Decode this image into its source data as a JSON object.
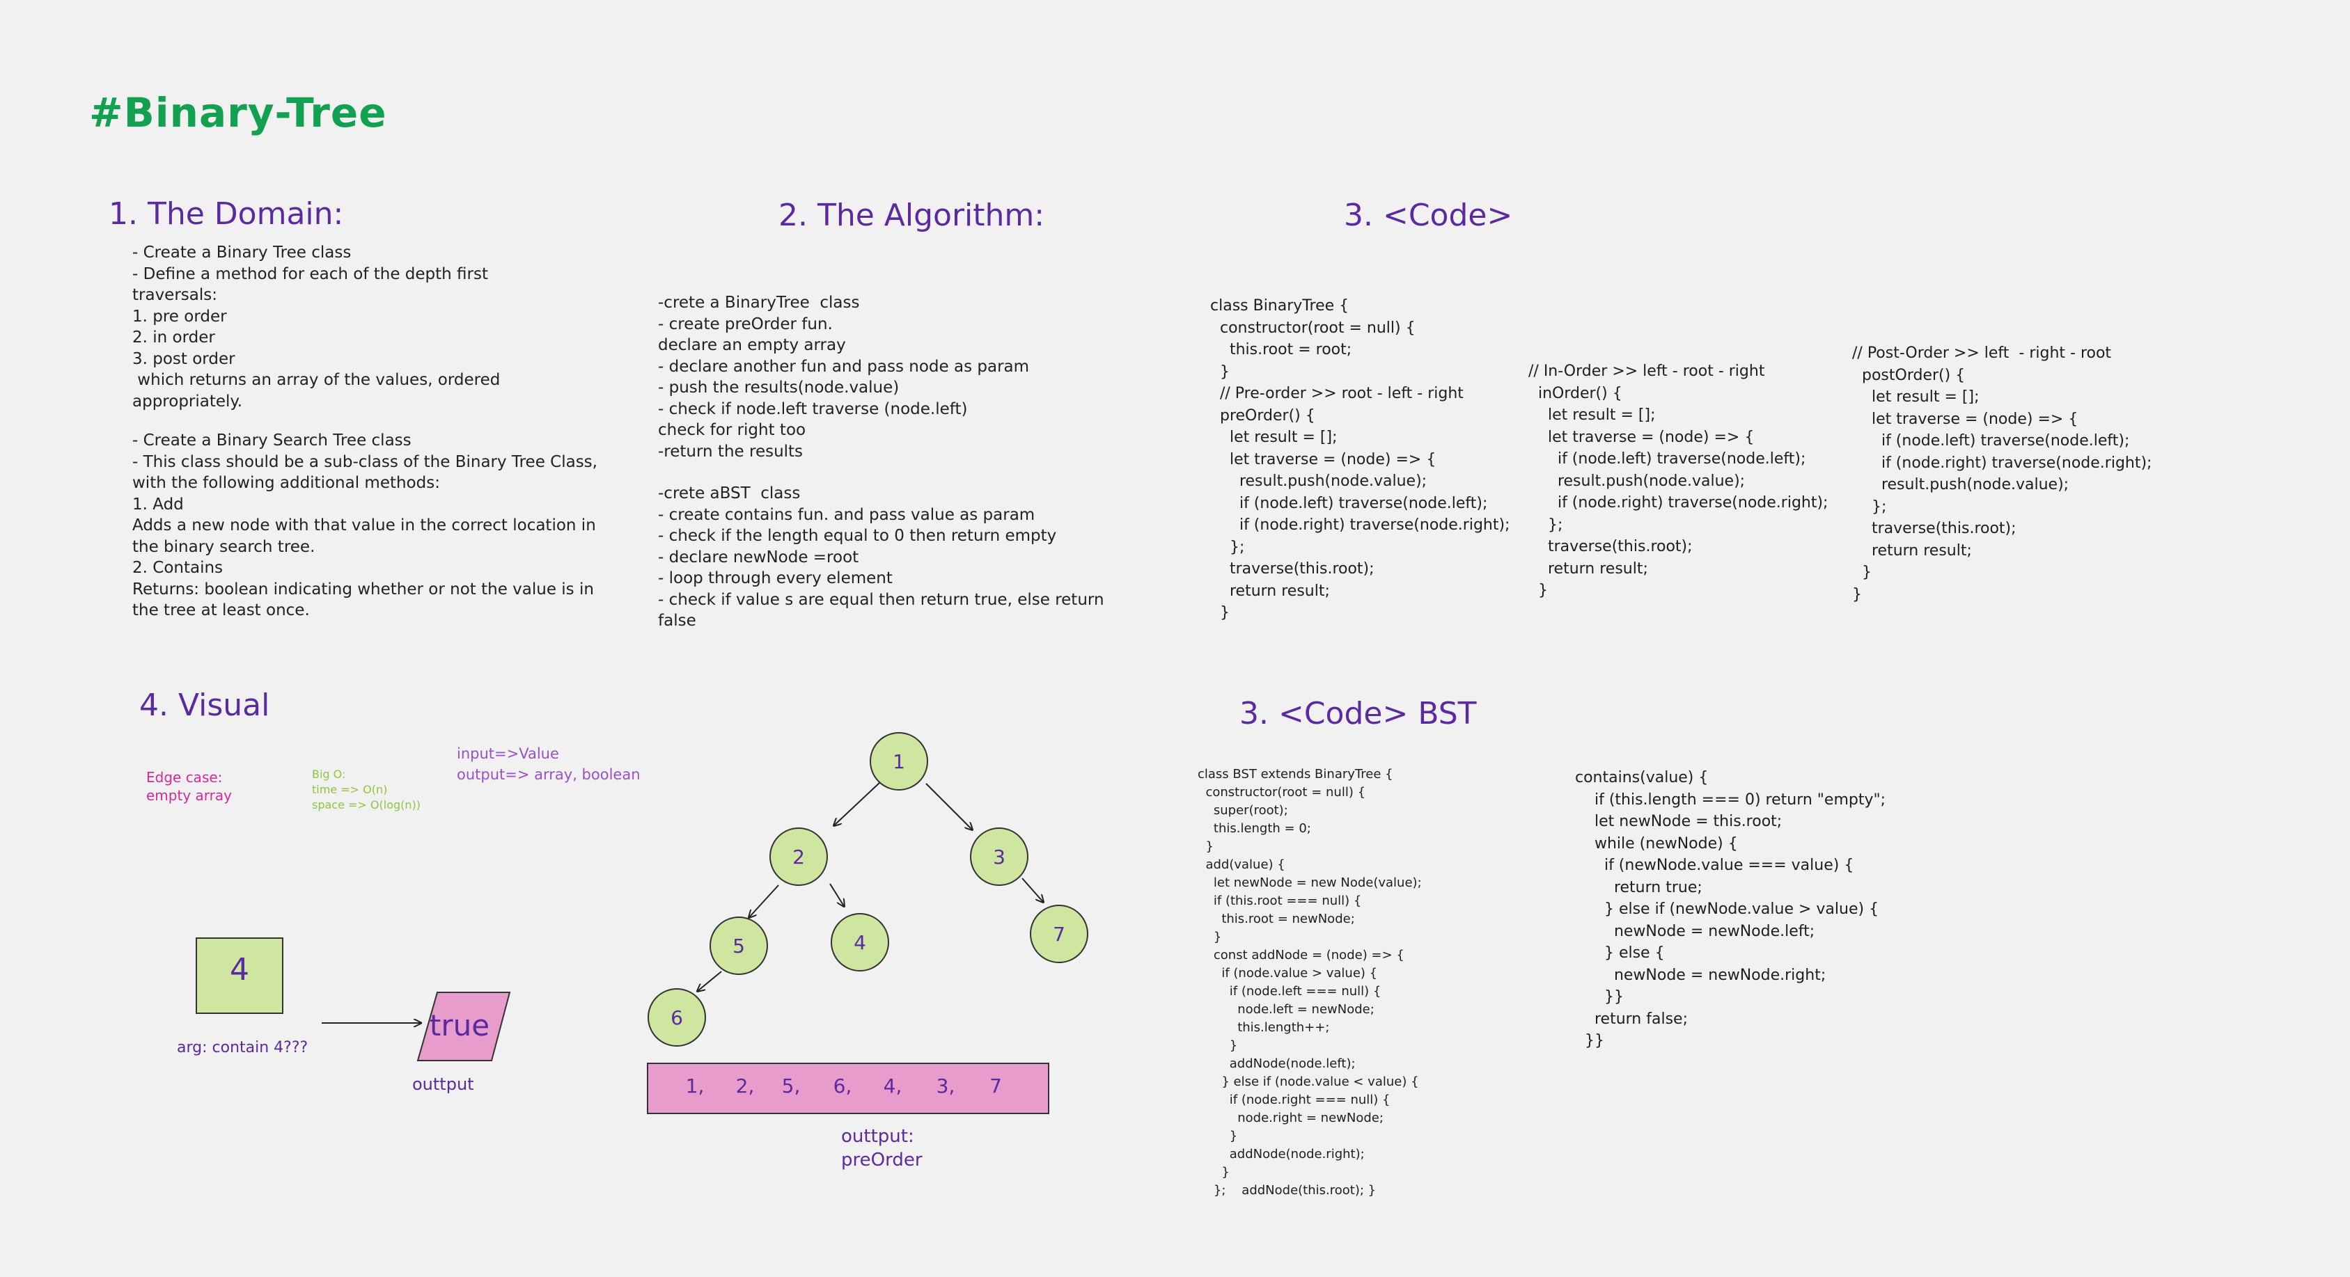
{
  "page_title": "#Binary-Tree",
  "domain": {
    "heading": "1. The Domain:",
    "lines_a": [
      "- Create a Binary Tree class",
      "- Define a method for each of the depth first",
      "traversals:",
      "1. pre order",
      "2. in order",
      "3. post order",
      " which returns an array of the values, ordered",
      "appropriately."
    ],
    "lines_b": [
      "- Create a Binary Search Tree class",
      "- This class should be a sub-class of the Binary Tree Class,",
      "with the following additional methods:",
      "1. Add",
      "Adds a new node with that value in the correct location in",
      "the binary search tree.",
      "2. Contains",
      "Returns: boolean indicating whether or not the value is in",
      "the tree at least once."
    ]
  },
  "algorithm": {
    "heading": "2. The Algorithm:",
    "lines_a": [
      "-crete a BinaryTree  class",
      "- create preOrder fun.",
      "declare an empty array",
      "- declare another fun and pass node as param",
      "- push the results(node.value)",
      "- check if node.left traverse (node.left)",
      "check for right too",
      "-return the results"
    ],
    "lines_b": [
      "-crete aBST  class",
      "- create contains fun. and pass value as param",
      "- check if the length equal to 0 then return empty",
      "- declare newNode =root",
      "- loop through every element",
      "- check if value s are equal then return true, else return",
      "false"
    ]
  },
  "code": {
    "heading": "3. <Code>",
    "preorder": [
      "class BinaryTree {",
      "  constructor(root = null) {",
      "    this.root = root;",
      "  }",
      "  // Pre-order >> root - left - right",
      "  preOrder() {",
      "    let result = [];",
      "",
      "    let traverse = (node) => {",
      "      result.push(node.value);",
      "      if (node.left) traverse(node.left);",
      "      if (node.right) traverse(node.right);",
      "    };",
      "    traverse(this.root);",
      "    return result;",
      "  }"
    ],
    "inorder": [
      "// In-Order >> left - root - right",
      "  inOrder() {",
      "    let result = [];",
      "    let traverse = (node) => {",
      "      if (node.left) traverse(node.left);",
      "      result.push(node.value);",
      "      if (node.right) traverse(node.right);",
      "    };",
      "    traverse(this.root);",
      "    return result;",
      "  }"
    ],
    "postorder": [
      "// Post-Order >> left  - right - root",
      "  postOrder() {",
      "    let result = [];",
      "    let traverse = (node) => {",
      "      if (node.left) traverse(node.left);",
      "      if (node.right) traverse(node.right);",
      "      result.push(node.value);",
      "    };",
      "    traverse(this.root);",
      "    return result;",
      "  }",
      "}"
    ]
  },
  "code_bst": {
    "heading": "3. <Code> BST",
    "add": [
      "class BST extends BinaryTree {",
      "  constructor(root = null) {",
      "    super(root);",
      "    this.length = 0;",
      "  }",
      "  add(value) {",
      "    let newNode = new Node(value);",
      "    if (this.root === null) {",
      "      this.root = newNode;",
      "    }",
      "    const addNode = (node) => {",
      "      if (node.value > value) {",
      "        if (node.left === null) {",
      "          node.left = newNode;",
      "          this.length++;",
      "        }",
      "        addNode(node.left);",
      "      } else if (node.value < value) {",
      "        if (node.right === null) {",
      "          node.right = newNode;",
      "        }",
      "        addNode(node.right);",
      "      }",
      "    };    addNode(this.root); }"
    ],
    "contains": [
      "contains(value) {",
      "    if (this.length === 0) return \"empty\";",
      "    let newNode = this.root;",
      "    while (newNode) {",
      "      if (newNode.value === value) {",
      "        return true;",
      "      } else if (newNode.value > value) {",
      "        newNode = newNode.left;",
      "      } else {",
      "        newNode = newNode.right;",
      "      }}",
      "    return false;",
      "  }}"
    ]
  },
  "visual": {
    "heading": "4. Visual",
    "edge_case": "Edge case:\nempty array",
    "big_o": "Big O:\ntime => O(n)\nspace => O(log(n))",
    "io": "input=>Value\noutput=> array, boolean",
    "arg_box_value": "4",
    "arg_label": "arg: contain 4???",
    "result_value": "true",
    "result_label": "outtput",
    "tree_nodes": [
      "1",
      "2",
      "3",
      "5",
      "4",
      "7",
      "6"
    ],
    "output_array": [
      "1,",
      "2,",
      "5,",
      "6,",
      "4,",
      "3,",
      "7"
    ],
    "output_label": "outtput:\npreOrder"
  },
  "colors": {
    "title": "#12a150",
    "heading": "#5b2aa0",
    "node_fill": "#cfe6a0",
    "output_fill": "#e89ccc",
    "edge_case": "#d6299a",
    "big_o": "#8cc63f",
    "io": "#9b4fc8"
  }
}
